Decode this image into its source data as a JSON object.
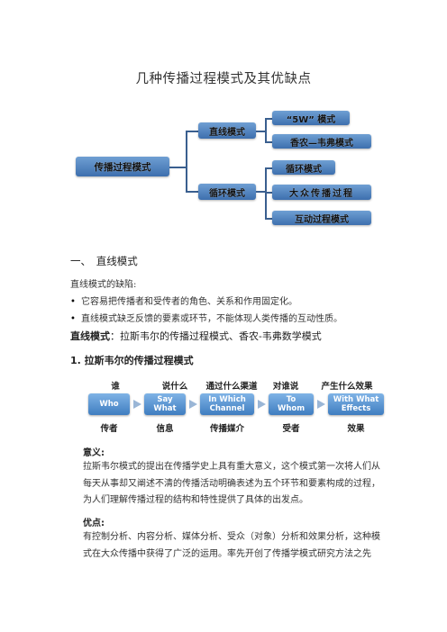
{
  "title": "几种传播过程模式及其优缺点",
  "diagram": {
    "root": "传播过程模式",
    "branches": [
      {
        "label": "直线模式",
        "children": [
          "“5W” 模式",
          "香农—韦弗模式"
        ]
      },
      {
        "label": "循环模式",
        "children": [
          "循环模式",
          "大众传播过程",
          "互动过程模式"
        ]
      }
    ]
  },
  "section1": {
    "heading": "一、　直线模式",
    "defects_label": "直线模式的缺陷:",
    "bullets": [
      "它容易把传播者和受传者的角色、关系和作用固定化。",
      "直线模式缺乏反馈的要素或环节，不能体现人类传播的互动性质。"
    ],
    "models_label": "直线模式",
    "models_text": "：拉斯韦尔的传播过程模式、香农-韦弗数学模式",
    "sub_heading": "1.  拉斯韦尔的传播过程模式"
  },
  "flow": {
    "questions": [
      "谁",
      "说什么",
      "通过什么渠道",
      "对谁说",
      "产生什么效果"
    ],
    "boxes": [
      [
        "Who"
      ],
      [
        "Say",
        "What"
      ],
      [
        "In Which",
        "Channel"
      ],
      [
        "To",
        "Whom"
      ],
      [
        "With What",
        "Effects"
      ]
    ],
    "roles": [
      "传者",
      "信息",
      "传播媒介",
      "受者",
      "效果"
    ]
  },
  "meaning": {
    "label": "意义:",
    "lines": [
      "拉斯韦尔模式的提出在传播学史上具有重大意义，这个模式第一次将人们从",
      "每天从事却又阐述不清的传播活动明确表述为五个环节和要素构成的过程，",
      "为人们理解传播过程的结构和特性提供了具体的出发点。"
    ]
  },
  "advantages": {
    "label": "优点:",
    "lines": [
      "有控制分析、内容分析、媒体分析、受众（对象）分析和效果分析，这种模",
      "式在大众传播中获得了广泛的运用。率先开创了传播学模式研究方法之先"
    ]
  }
}
